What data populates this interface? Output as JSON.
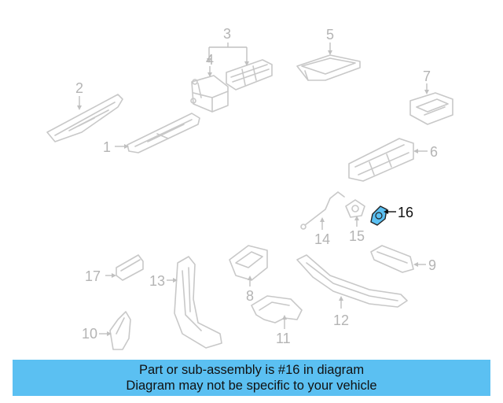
{
  "diagram": {
    "callouts": [
      "1",
      "2",
      "3",
      "4",
      "5",
      "6",
      "7",
      "8",
      "9",
      "10",
      "11",
      "12",
      "13",
      "14",
      "15",
      "16",
      "17"
    ],
    "highlighted_part": "16",
    "highlight_color": "#5bc0f2"
  },
  "banner": {
    "line1": "Part or sub-assembly is #16 in diagram",
    "line2": "Diagram may not be specific to your vehicle",
    "background": "#5bc0f2"
  }
}
